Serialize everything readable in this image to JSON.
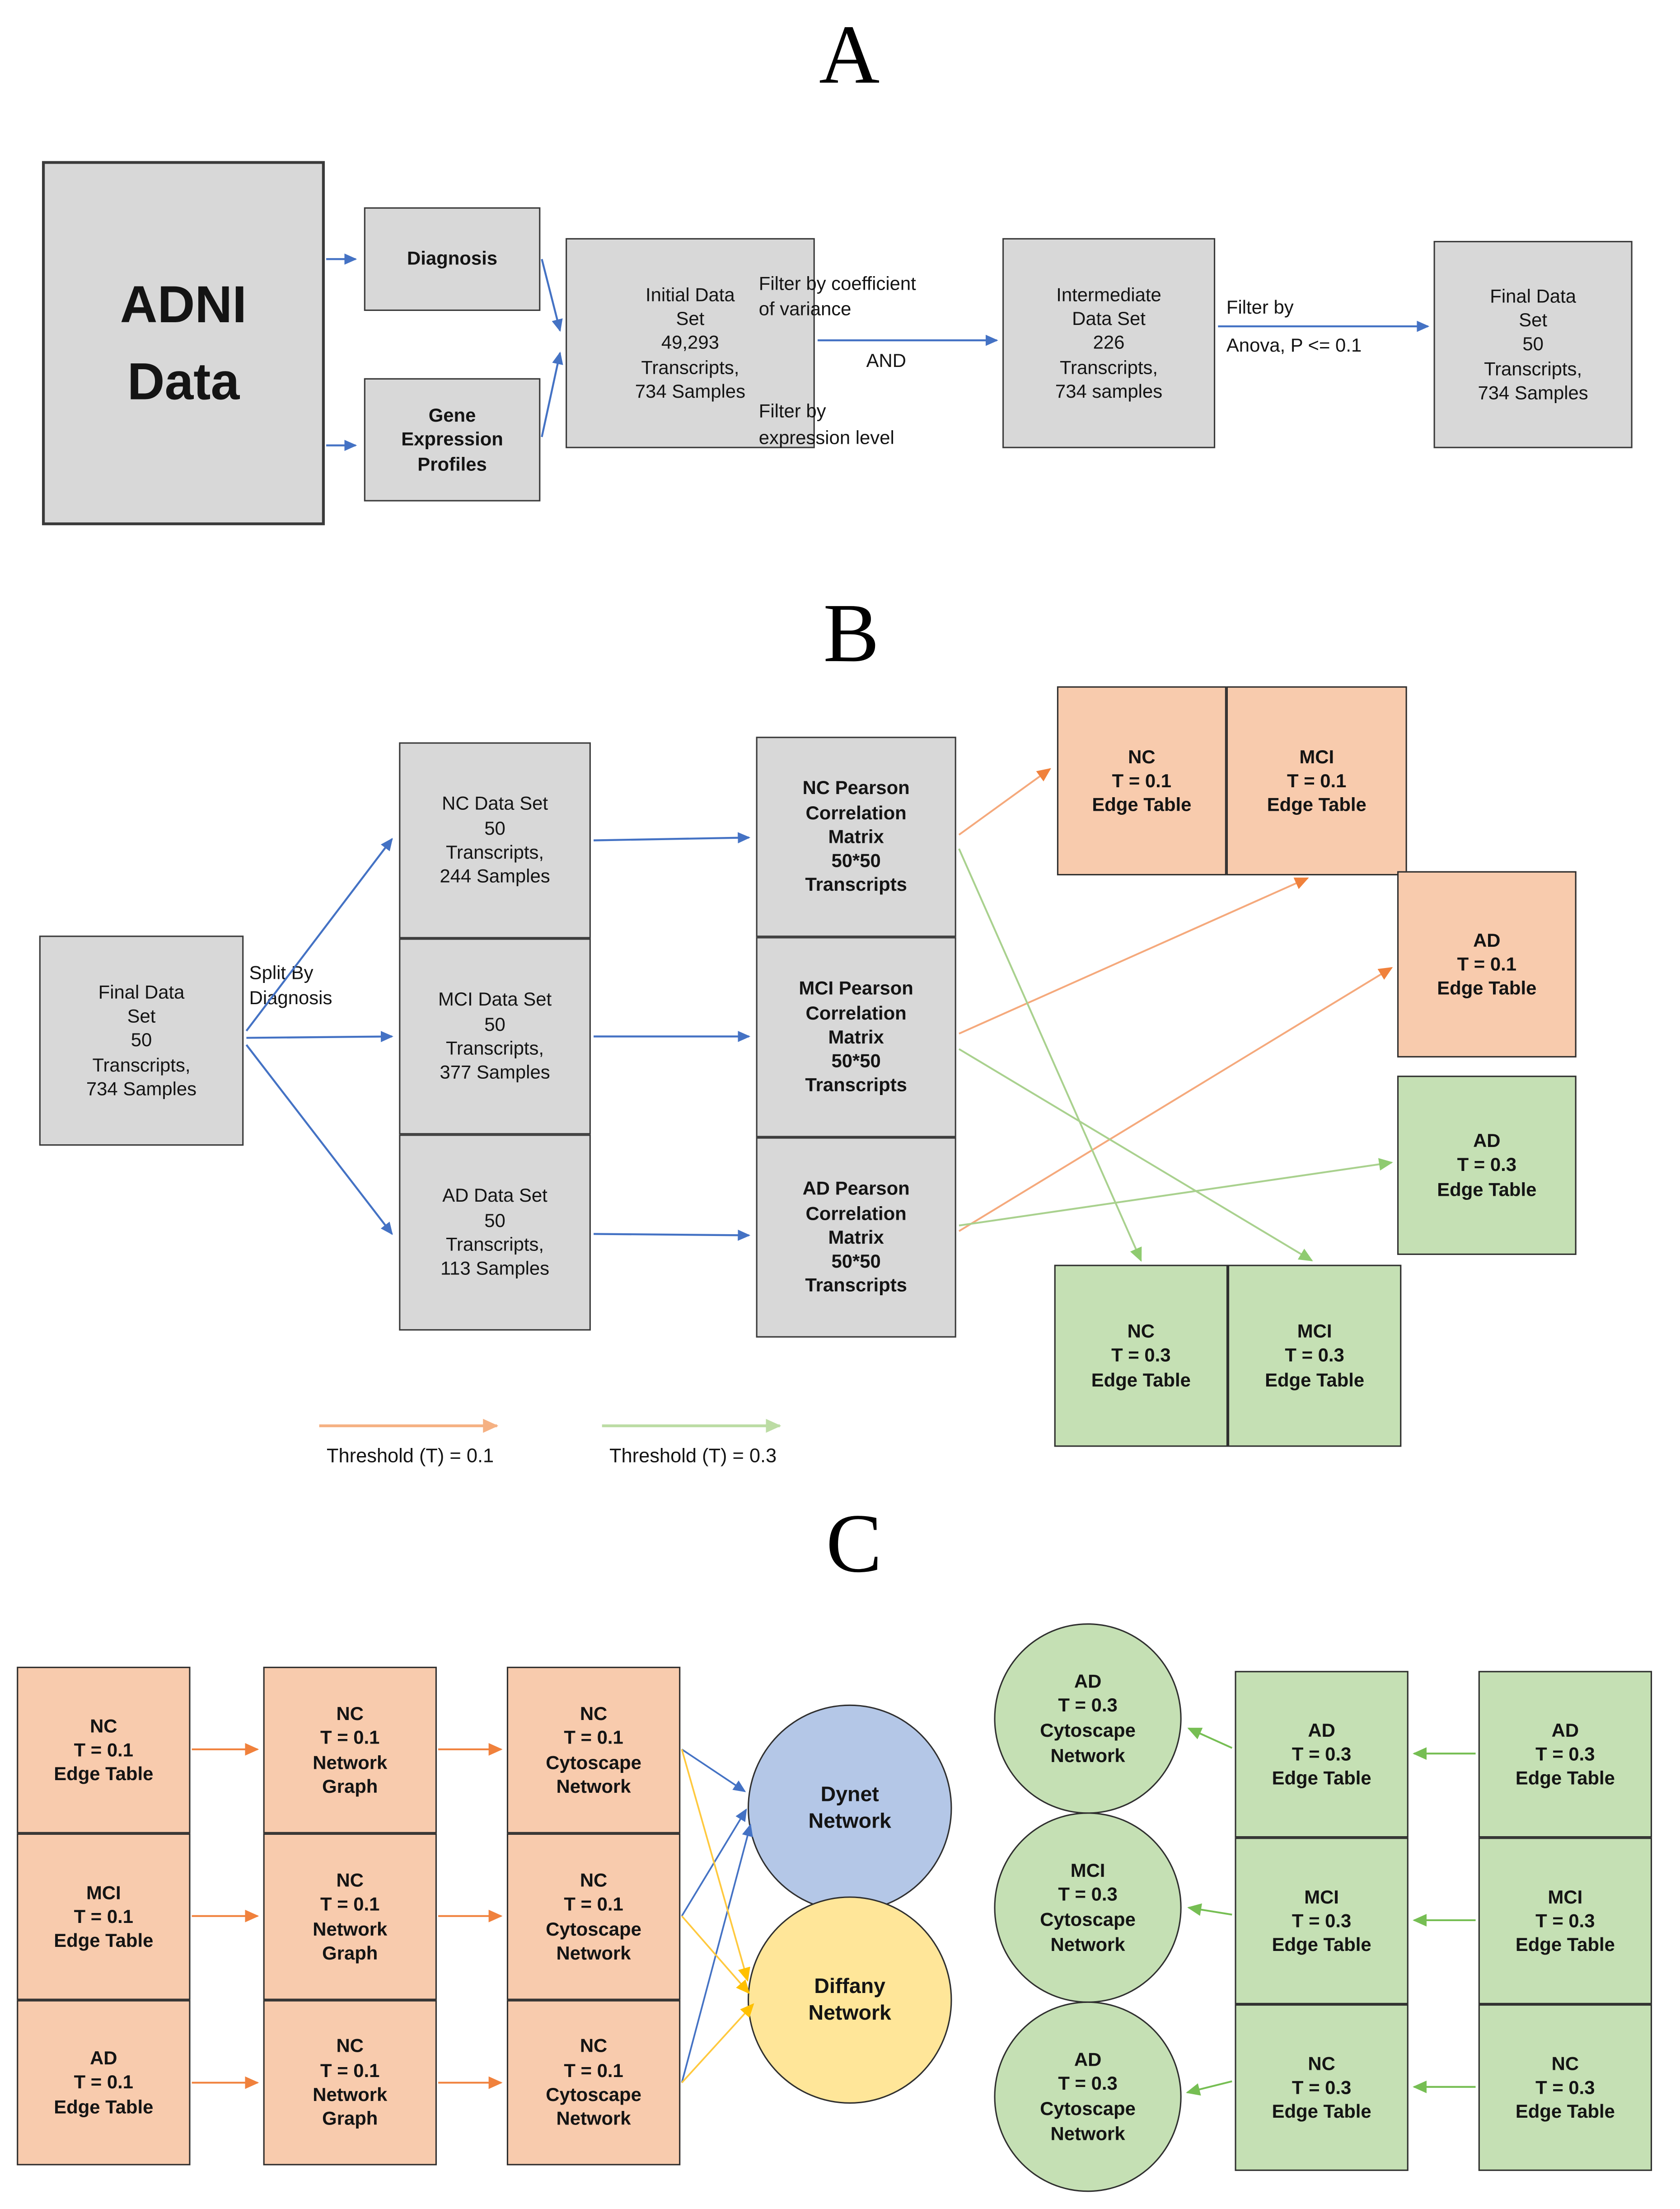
{
  "figure": {
    "panel_a_title": "A",
    "panel_b_title": "B",
    "panel_c_title": "C"
  },
  "a": {
    "adni": "ADNI\nData",
    "diagnosis": "Diagnosis",
    "gene_expression": "Gene\nExpression\nProfiles",
    "initial": "Initial Data\nSet\n49,293\nTranscripts,\n734 Samples",
    "filter_cov_top": "Filter by coefficient\nof variance",
    "filter_cov_and": "AND",
    "filter_cov_bottom": "Filter by\nexpression level",
    "intermediate": "Intermediate\nData Set\n226\nTranscripts,\n734 samples",
    "filter_anova": "Filter by\nAnova, P <= 0.1",
    "final": "Final Data\nSet\n50\nTranscripts,\n734 Samples"
  },
  "b": {
    "final": "Final Data\nSet\n50\nTranscripts,\n734 Samples",
    "split": "Split By\nDiagnosis",
    "nc_data": "NC Data Set\n50\nTranscripts,\n244 Samples",
    "mci_data": "MCI Data Set\n50\nTranscripts,\n377 Samples",
    "ad_data": "AD Data Set\n50\nTranscripts,\n113 Samples",
    "nc_pearson": "NC Pearson\nCorrelation\nMatrix\n50*50\nTranscripts",
    "mci_pearson": "MCI Pearson\nCorrelation\nMatrix\n50*50\nTranscripts",
    "ad_pearson": "AD Pearson\nCorrelation\nMatrix\n50*50\nTranscripts",
    "nc_edge_t01": "NC\nT = 0.1\nEdge Table",
    "mci_edge_t01": "MCI\nT = 0.1\nEdge Table",
    "ad_edge_t01": "AD\nT = 0.1\nEdge Table",
    "ad_edge_t03": "AD\nT = 0.3\nEdge Table",
    "nc_edge_t03": "NC\nT = 0.3\nEdge Table",
    "mci_edge_t03": "MCI\nT = 0.3\nEdge Table",
    "legend_t01": "Threshold (T) = 0.1",
    "legend_t03": "Threshold (T) = 0.3"
  },
  "c": {
    "edge_t01_nc": "NC\nT = 0.1\nEdge Table",
    "edge_t01_mci": "MCI\nT = 0.1\nEdge Table",
    "edge_t01_ad": "AD\nT = 0.1\nEdge Table",
    "graph_1": "NC\nT = 0.1\nNetwork\nGraph",
    "graph_2": "NC\nT = 0.1\nNetwork\nGraph",
    "graph_3": "NC\nT = 0.1\nNetwork\nGraph",
    "cyto_1": "NC\nT = 0.1\nCytoscape\nNetwork",
    "cyto_2": "NC\nT = 0.1\nCytoscape\nNetwork",
    "cyto_3": "NC\nT = 0.1\nCytoscape\nNetwork",
    "dynet": "Dynet\nNetwork",
    "diffany": "Diffany\nNetwork",
    "circle_1": "AD\nT = 0.3\nCytoscape\nNetwork",
    "circle_2": "MCI\nT = 0.3\nCytoscape\nNetwork",
    "circle_3": "AD\nT = 0.3\nCytoscape\nNetwork",
    "mid_edge_1": "AD\nT = 0.3\nEdge Table",
    "mid_edge_2": "MCI\nT = 0.3\nEdge Table",
    "mid_edge_3": "NC\nT = 0.3\nEdge Table",
    "right_edge_1": "AD\nT = 0.3\nEdge Table",
    "right_edge_2": "MCI\nT = 0.3\nEdge Table",
    "right_edge_3": "NC\nT = 0.3\nEdge Table"
  },
  "colors": {
    "box_gray_fill": "#D8D8D8",
    "box_orange_fill": "#F8CBAD",
    "box_green_fill": "#C5E0B4",
    "circle_blue_fill": "#B4C7E7",
    "circle_yellow_fill": "#FFE699",
    "circle_green_fill": "#C5E0B4",
    "arrow_blue": "#4472C4",
    "arrow_orange_light": "#F5A97C",
    "arrow_green_light": "#A9D18E",
    "arrow_orange_strong": "#F0813C",
    "arrow_green_strong": "#76BE53",
    "arrow_yellow": "#FFC93E",
    "legend_orange": "#F5B183",
    "legend_green": "#BCDCA4"
  }
}
